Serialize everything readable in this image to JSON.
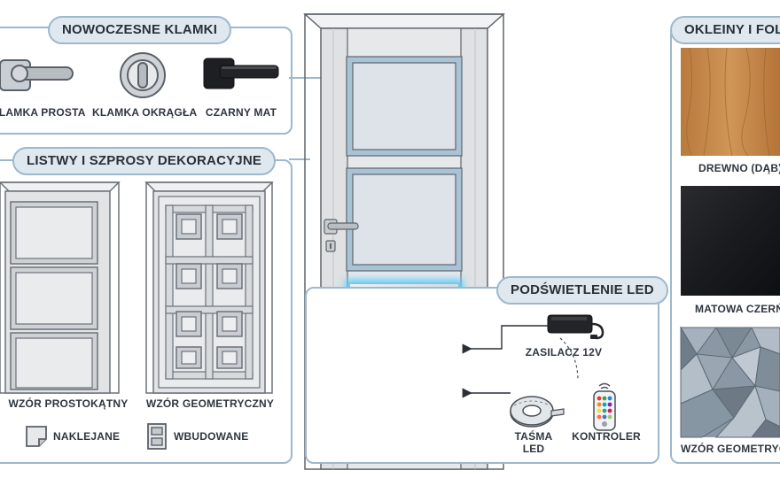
{
  "handles": {
    "title": "NOWOCZESNE KLAMKI",
    "items": [
      {
        "label": "KLAMKA PROSTA"
      },
      {
        "label": "KLAMKA OKRĄGŁA"
      },
      {
        "label": "CZARNY MAT"
      }
    ]
  },
  "trims": {
    "title": "LISTWY I SZPROSY DEKORACYJNE",
    "patterns": [
      {
        "label": "WZÓR PROSTOKĄTNY"
      },
      {
        "label": "WZÓR GEOMETRYCZNY"
      }
    ],
    "options": [
      {
        "label": "NAKLEJANE"
      },
      {
        "label": "WBUDOWANE"
      }
    ]
  },
  "led": {
    "title": "PODŚWIETLENIE LED",
    "components": [
      {
        "label": "ZASILACZ 12V"
      },
      {
        "label": "TAŚMA\nLED"
      },
      {
        "label": "KONTROLER"
      }
    ]
  },
  "veneers": {
    "title": "OKLEINY I FOLIE",
    "items": [
      {
        "label": "DREWNO (DĄB)",
        "color": "#c58a4a"
      },
      {
        "label": "MATOWA CZERŃ",
        "color": "#1c1d20"
      },
      {
        "label": "WZÓR GEOMETRYCZNY",
        "color": "#8796a3"
      }
    ]
  },
  "colors": {
    "panel_border": "#9db8cc",
    "pill_fill": "#dfe8ef",
    "door": "#e3e5e7",
    "glass": "#dde4ea",
    "led_glow": "#5fd0ff"
  }
}
